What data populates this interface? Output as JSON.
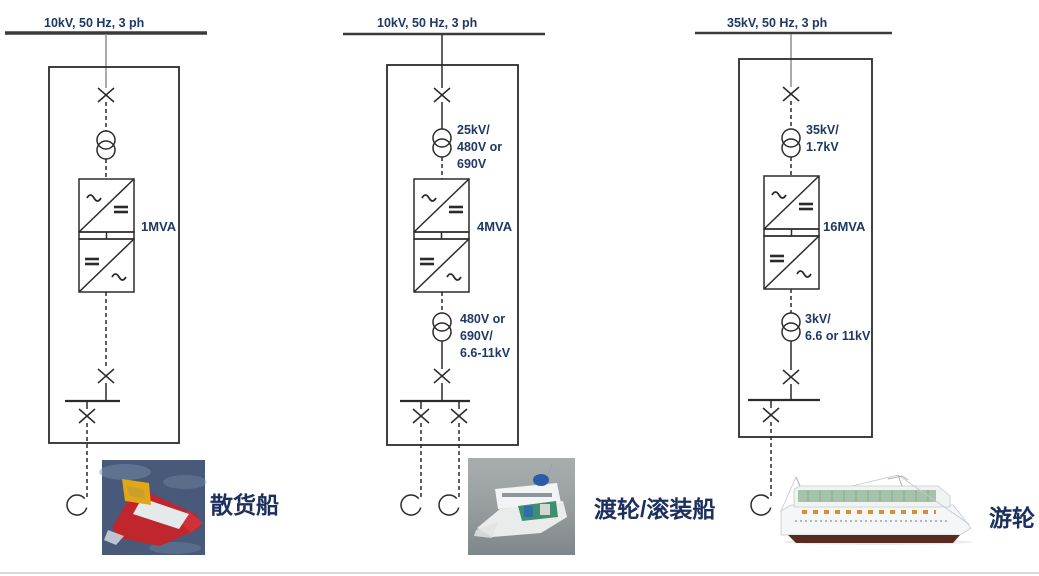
{
  "colors": {
    "label_text": "#1f3864",
    "ship_label_text": "#1c2f5e",
    "line": "#2b2b2b",
    "busbar": "#3a3a3a",
    "separator": "#d9d9d9"
  },
  "icons": {
    "breaker": "x-cross-icon",
    "transformer": "double-circle-icon",
    "converter": "ac-dc-dc-ac-stack-icon",
    "shore_plug": "cable-coil-icon",
    "ships": [
      "bulk-carrier-photo",
      "ferry-photo",
      "cruise-ship-photo"
    ]
  },
  "diagrams": {
    "bulk": {
      "bus_label": "10kV, 50 Hz, 3 ph",
      "converter_rating": "1MVA",
      "ship_label": "散货船"
    },
    "ferry": {
      "bus_label": "10kV, 50 Hz, 3 ph",
      "hv_transformer": "25kV/\n480V or\n690V",
      "converter_rating": "4MVA",
      "lv_transformer": "480V or\n690V/\n6.6-11kV",
      "ship_label": "渡轮/滚装船"
    },
    "cruise": {
      "bus_label": "35kV, 50 Hz, 3 ph",
      "hv_transformer": "35kV/\n1.7kV",
      "converter_rating": "16MVA",
      "lv_transformer": "3kV/\n6.6 or 11kV",
      "ship_label": "游轮"
    }
  }
}
